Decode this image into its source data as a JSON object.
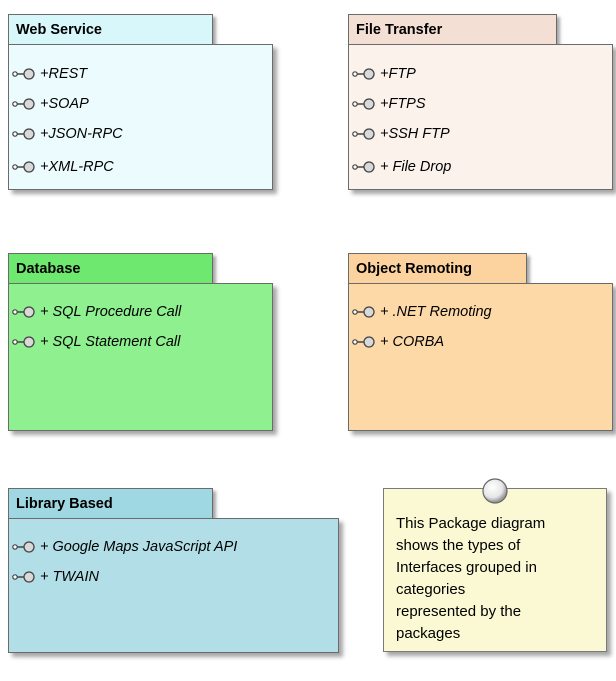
{
  "packages": [
    {
      "title": "Web Service",
      "items": [
        "+REST",
        "+SOAP",
        "+JSON-RPC",
        "+XML-RPC"
      ],
      "tab_color": "#d8f7fb",
      "body_color": "#ecfcfe"
    },
    {
      "title": "File Transfer",
      "items": [
        "+FTP",
        "+FTPS",
        "+SSH FTP",
        "+ File Drop"
      ],
      "tab_color": "#f3dfd3",
      "body_color": "#fbf2ec"
    },
    {
      "title": "Database",
      "items": [
        "+ SQL Procedure Call",
        "+ SQL Statement Call"
      ],
      "tab_color": "#6ee86e",
      "body_color": "#8ef08e"
    },
    {
      "title": "Object Remoting",
      "items": [
        "+ .NET Remoting",
        "+ CORBA"
      ],
      "tab_color": "#fcd39e",
      "body_color": "#fdd9a8"
    },
    {
      "title": "Library Based",
      "items": [
        "+ Google Maps JavaScript API",
        "+ TWAIN"
      ],
      "tab_color": "#9fd8e2",
      "body_color": "#b2dfe7"
    }
  ],
  "note": {
    "text_lines": [
      "This Package diagram",
      "shows the types of",
      "Interfaces grouped in",
      "categories",
      "represented by the",
      "packages"
    ]
  }
}
